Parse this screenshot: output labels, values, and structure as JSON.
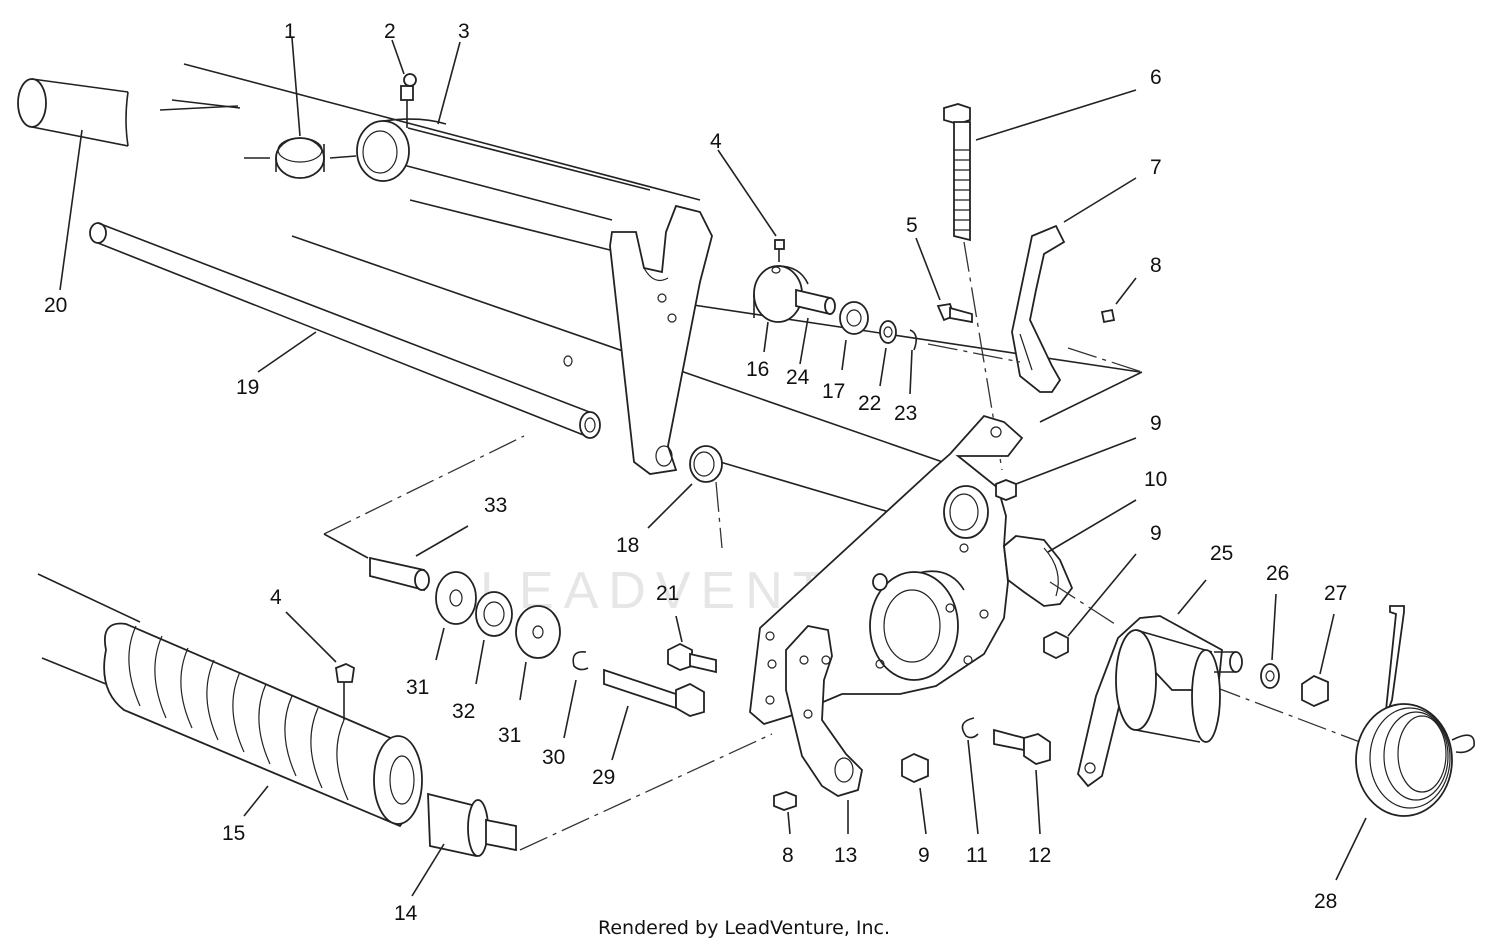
{
  "diagram": {
    "callouts": [
      {
        "id": "c1",
        "text": "1"
      },
      {
        "id": "c2",
        "text": "2"
      },
      {
        "id": "c3",
        "text": "3"
      },
      {
        "id": "c4a",
        "text": "4"
      },
      {
        "id": "c4b",
        "text": "4"
      },
      {
        "id": "c5",
        "text": "5"
      },
      {
        "id": "c6",
        "text": "6"
      },
      {
        "id": "c7",
        "text": "7"
      },
      {
        "id": "c8a",
        "text": "8"
      },
      {
        "id": "c8b",
        "text": "8"
      },
      {
        "id": "c9a",
        "text": "9"
      },
      {
        "id": "c9b",
        "text": "9"
      },
      {
        "id": "c9c",
        "text": "9"
      },
      {
        "id": "c10",
        "text": "10"
      },
      {
        "id": "c11",
        "text": "11"
      },
      {
        "id": "c12",
        "text": "12"
      },
      {
        "id": "c13",
        "text": "13"
      },
      {
        "id": "c14",
        "text": "14"
      },
      {
        "id": "c15",
        "text": "15"
      },
      {
        "id": "c16",
        "text": "16"
      },
      {
        "id": "c17",
        "text": "17"
      },
      {
        "id": "c18",
        "text": "18"
      },
      {
        "id": "c19",
        "text": "19"
      },
      {
        "id": "c20",
        "text": "20"
      },
      {
        "id": "c21",
        "text": "21"
      },
      {
        "id": "c22",
        "text": "22"
      },
      {
        "id": "c23",
        "text": "23"
      },
      {
        "id": "c24",
        "text": "24"
      },
      {
        "id": "c25",
        "text": "25"
      },
      {
        "id": "c26",
        "text": "26"
      },
      {
        "id": "c27",
        "text": "27"
      },
      {
        "id": "c28",
        "text": "28"
      },
      {
        "id": "c29",
        "text": "29"
      },
      {
        "id": "c30",
        "text": "30"
      },
      {
        "id": "c31a",
        "text": "31"
      },
      {
        "id": "c31b",
        "text": "31"
      },
      {
        "id": "c32",
        "text": "32"
      },
      {
        "id": "c33",
        "text": "33"
      }
    ],
    "footer": "Rendered by LeadVenture, Inc.",
    "watermark": "LEADVENTURE"
  }
}
